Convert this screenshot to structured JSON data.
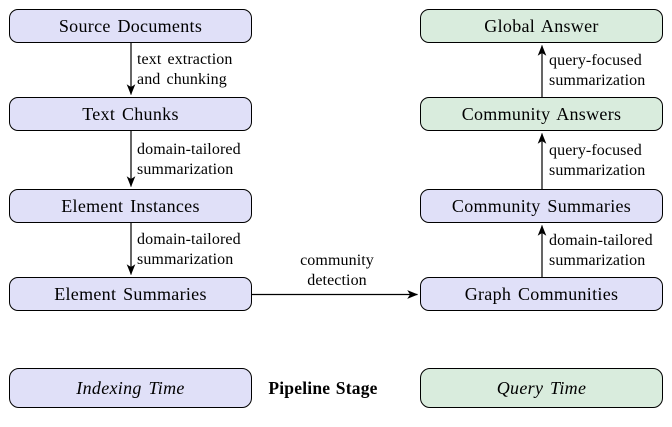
{
  "colors": {
    "indexing_fill": "#e0e0f8",
    "query_fill": "#d9ecdd",
    "border": "#000000",
    "arrow": "#000000",
    "text": "#000000",
    "background": "#ffffff"
  },
  "boxes": {
    "source_documents": "Source Documents",
    "text_chunks": "Text Chunks",
    "element_instances": "Element Instances",
    "element_summaries": "Element Summaries",
    "global_answer": "Global Answer",
    "community_answers": "Community Answers",
    "community_summaries": "Community Summaries",
    "graph_communities": "Graph Communities"
  },
  "edge_labels": {
    "text_extraction": "text extraction\nand chunking",
    "domain_tailored_left_1": "domain-tailored\nsummarization",
    "domain_tailored_left_2": "domain-tailored\nsummarization",
    "community_detection": "community\ndetection",
    "domain_tailored_right": "domain-tailored\nsummarization",
    "query_focused_lower": "query-focused\nsummarization",
    "query_focused_upper": "query-focused\nsummarization"
  },
  "legend": {
    "indexing_time": "Indexing Time",
    "pipeline_stage": "Pipeline Stage",
    "query_time": "Query Time"
  }
}
